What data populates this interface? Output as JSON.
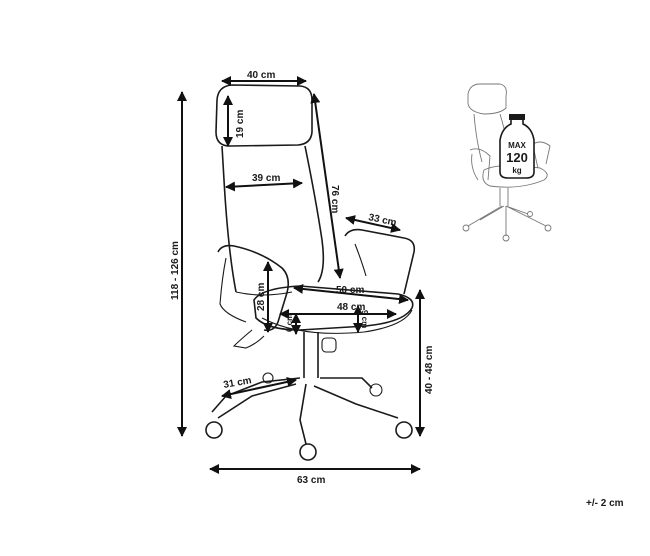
{
  "dimensions": {
    "headrest_width": "40 cm",
    "headrest_height": "19 cm",
    "backrest_width": "39 cm",
    "backrest_height": "76 cm",
    "armrest_length": "33 cm",
    "total_height": "118 - 126 cm",
    "seat_width": "50 cm",
    "seat_depth": "48 cm",
    "armrest_height": "28 cm",
    "seat_thickness_left": "6 cm",
    "seat_thickness_right": "9 cm",
    "base_leg": "31 cm",
    "seat_height": "40 - 48 cm",
    "base_width": "63 cm"
  },
  "thumbnail": {
    "badge_top": "MAX",
    "badge_value": "120",
    "badge_unit": "kg"
  },
  "tolerance": "+/- 2 cm"
}
